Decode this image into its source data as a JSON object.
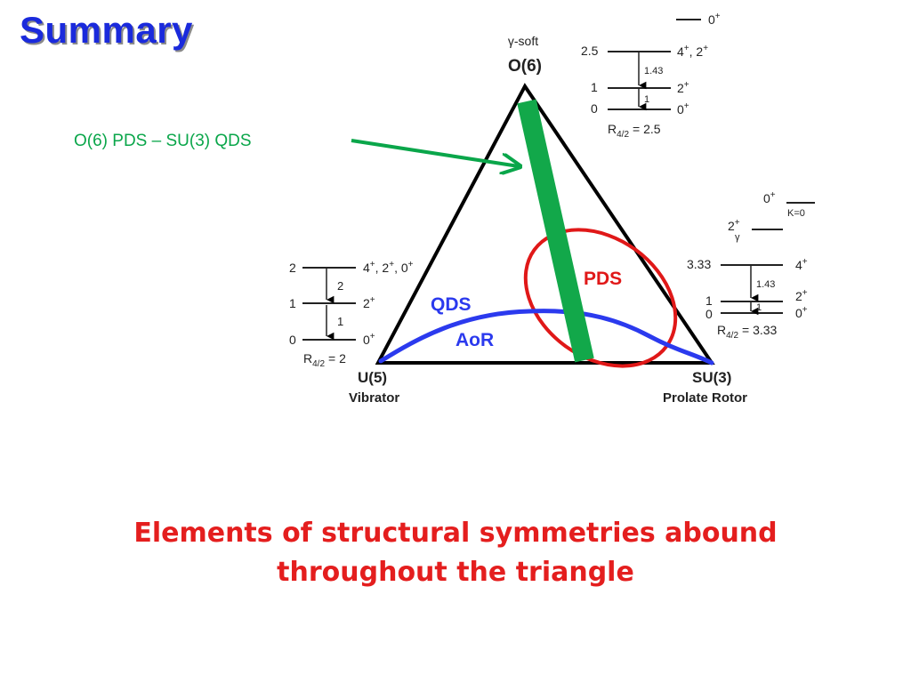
{
  "slide": {
    "title": "Summary",
    "callout": "O(6) PDS – SU(3) QDS",
    "caption_line1": "Elements of structural symmetries abound",
    "caption_line2": "throughout the  triangle"
  },
  "triangle": {
    "top_vertex": {
      "symmetry": "O(6)",
      "description": "γ-soft"
    },
    "left_vertex": {
      "symmetry": "U(5)",
      "description": "Vibrator"
    },
    "right_vertex": {
      "symmetry": "SU(3)",
      "description": "Prolate Rotor"
    }
  },
  "region_labels": {
    "pds": "PDS",
    "qds": "QDS",
    "aor": "AoR"
  },
  "colors": {
    "title": "#1a2adc",
    "callout_arrow": "#0aa64a",
    "green_bar": "#12a84a",
    "pds_ellipse": "#e01818",
    "qds_curve": "#2b3aee",
    "caption": "#e41e1e",
    "triangle": "#000000"
  },
  "level_schemes": {
    "o6": {
      "levels": [
        {
          "energy": "",
          "spin": "0",
          "parity": "+"
        },
        {
          "energy": "2.5",
          "spin": "4",
          "parity": "+",
          "extra": ", 2",
          "extra_parity": "+"
        },
        {
          "energy": "1",
          "spin": "2",
          "parity": "+"
        },
        {
          "energy": "0",
          "spin": "0",
          "parity": "+"
        }
      ],
      "transitions": [
        "1.43",
        "1"
      ],
      "ratio": "= 2.5"
    },
    "u5": {
      "levels": [
        {
          "energy": "2",
          "label": "4",
          "tail": ", 2",
          "tail2": ", 0"
        },
        {
          "energy": "1",
          "label": "2"
        },
        {
          "energy": "0",
          "label": "0"
        }
      ],
      "transitions": [
        "2",
        "1"
      ],
      "ratio": "= 2"
    },
    "su3": {
      "gamma_band": {
        "upper": "0",
        "lower": "2",
        "lower_sub": "γ",
        "k_label": "K=0"
      },
      "levels": [
        {
          "energy": "3.33",
          "label": "4"
        },
        {
          "energy": "1",
          "label": "2"
        },
        {
          "energy": "0",
          "label": "0"
        }
      ],
      "transitions": [
        "1.43",
        "1"
      ],
      "ratio": "= 3.33"
    },
    "ratio_prefix": "R",
    "ratio_sub": "4/2",
    "parity_plus": "+"
  }
}
